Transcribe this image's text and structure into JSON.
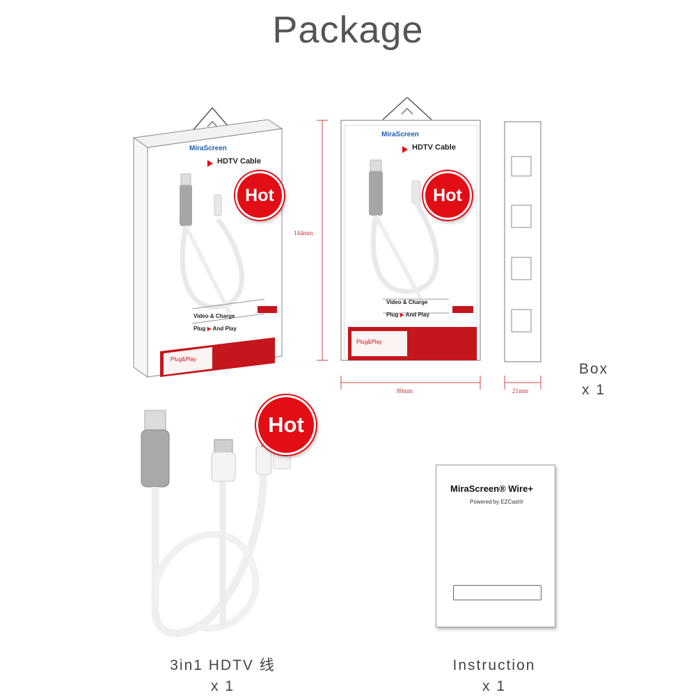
{
  "heading": "Package",
  "box": {
    "brand": "MiraScreen",
    "product": "HDTV Cable",
    "hot": "Hot",
    "tagline1": "Video & Charge",
    "tagline2a": "Plug",
    "tagline2b": "And Play",
    "plug_label": "Plug&Play",
    "dim_height": "144mm",
    "dim_width": "80mm",
    "dim_depth": "21mm",
    "caption": "Box",
    "qty": "x 1"
  },
  "cable": {
    "hot": "Hot",
    "caption": "3in1 HDTV 线",
    "qty": "x 1"
  },
  "manual": {
    "title": "MiraScreen® Wire+",
    "subtitle": "Powered by EZCast®",
    "caption": "Instruction",
    "qty": "x 1"
  },
  "colors": {
    "accent": "#e30d16",
    "brand": "#1e5fb0"
  }
}
